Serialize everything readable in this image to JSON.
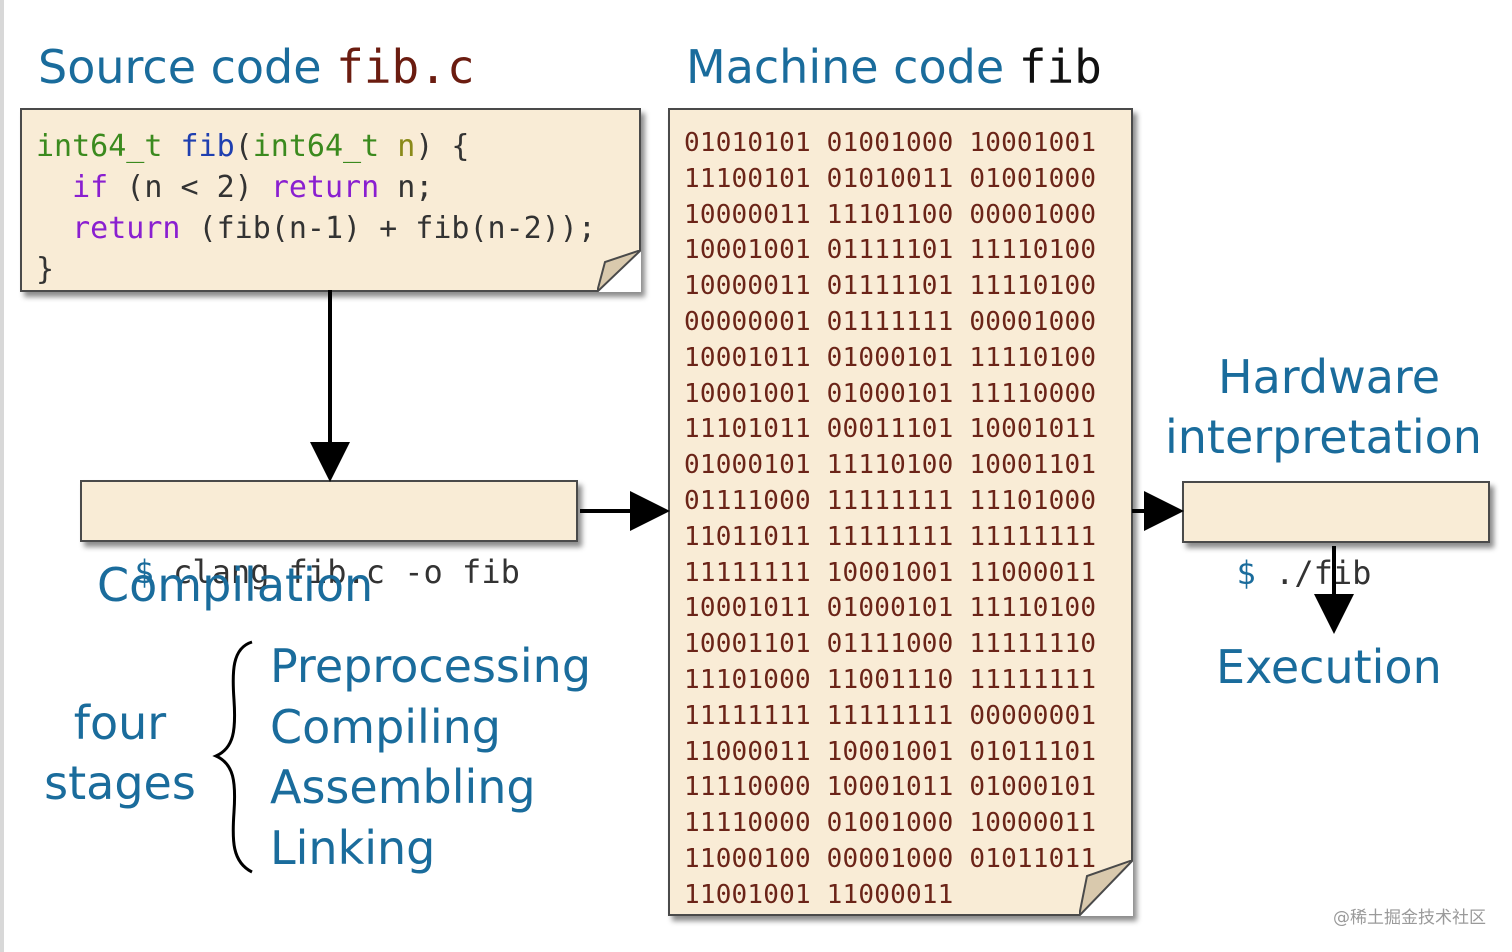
{
  "source": {
    "title_text": "Source code ",
    "title_file": "fib.c",
    "code_lines": [
      [
        {
          "t": "int64_t",
          "c": "type"
        },
        {
          "t": " "
        },
        {
          "t": "fib",
          "c": "fn"
        },
        {
          "t": "("
        },
        {
          "t": "int64_t",
          "c": "type"
        },
        {
          "t": " "
        },
        {
          "t": "n",
          "c": "param"
        },
        {
          "t": ") {"
        }
      ],
      [
        {
          "t": "  "
        },
        {
          "t": "if",
          "c": "kw"
        },
        {
          "t": " (n < 2) "
        },
        {
          "t": "return",
          "c": "kw"
        },
        {
          "t": " n;"
        }
      ],
      [
        {
          "t": "  "
        },
        {
          "t": "return",
          "c": "kw"
        },
        {
          "t": " (fib(n-1) + fib(n-2));"
        }
      ],
      [
        {
          "t": "}"
        }
      ]
    ]
  },
  "machine": {
    "title_text": "Machine code ",
    "title_file": "fib",
    "binary_lines": [
      "01010101 01001000 10001001",
      "11100101 01010011 01001000",
      "10000011 11101100 00001000",
      "10001001 01111101 11110100",
      "10000011 01111101 11110100",
      "00000001 01111111 00001000",
      "10001011 01000101 11110100",
      "10001001 01000101 11110000",
      "11101011 00011101 10001011",
      "01000101 11110100 10001101",
      "01111000 11111111 11101000",
      "11011011 11111111 11111111",
      "11111111 10001001 11000011",
      "10001011 01000101 11110100",
      "10001101 01111000 11111110",
      "11101000 11001110 11111111",
      "11111111 11111111 00000001",
      "11000011 10001001 01011101",
      "11110000 10001011 01000101",
      "11110000 01001000 10000011",
      "11000100 00001000 01011011",
      "11001001 11000011"
    ]
  },
  "compile": {
    "prompt": "$",
    "command": " clang fib.c -o fib",
    "label": "Compilation"
  },
  "stages": {
    "label_line1": "four",
    "label_line2": "stages",
    "items": [
      "Preprocessing",
      "Compiling",
      "Assembling",
      "Linking"
    ]
  },
  "hardware": {
    "label_line1": "Hardware",
    "label_line2": "interpretation",
    "prompt": "$",
    "command": " ./fib",
    "execution_label": "Execution"
  },
  "watermark": "@稀土掘金技术社区",
  "colors": {
    "heading": "#1a6c9c",
    "paper": "#f9ecd6",
    "binary_text": "#6b2418"
  }
}
